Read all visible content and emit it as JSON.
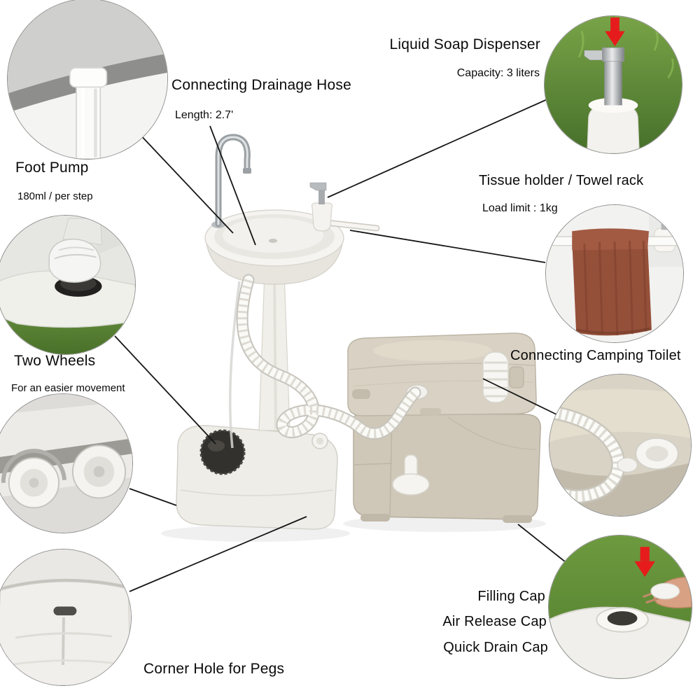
{
  "colors": {
    "background": "#ffffff",
    "callout_line": "#161616",
    "accent_red": "#e61c1c",
    "grass_green": "#5d8c35",
    "towel_brown": "#95503a",
    "product_white": "#f0efe9",
    "toilet_beige": "#cfc7b8"
  },
  "labels": {
    "drainage_hose": {
      "title": "Connecting Drainage Hose",
      "subtitle": "Length: 2.7'"
    },
    "soap_dispenser": {
      "title": "Liquid Soap Dispenser",
      "subtitle": "Capacity: 3 liters"
    },
    "foot_pump": {
      "title": "Foot Pump",
      "subtitle": "180ml / per step"
    },
    "towel_rack": {
      "title": "Tissue holder / Towel rack",
      "subtitle": "Load limit : 1kg"
    },
    "two_wheels": {
      "title": "Two Wheels",
      "subtitle": "For an easier movement"
    },
    "camping_toilet": {
      "title": "Connecting Camping Toilet"
    },
    "caps": {
      "filling": "Filling Cap",
      "air_release": "Air Release Cap",
      "quick_drain": "Quick Drain Cap"
    },
    "corner_hole": {
      "title": "Corner Hole for Pegs"
    }
  }
}
